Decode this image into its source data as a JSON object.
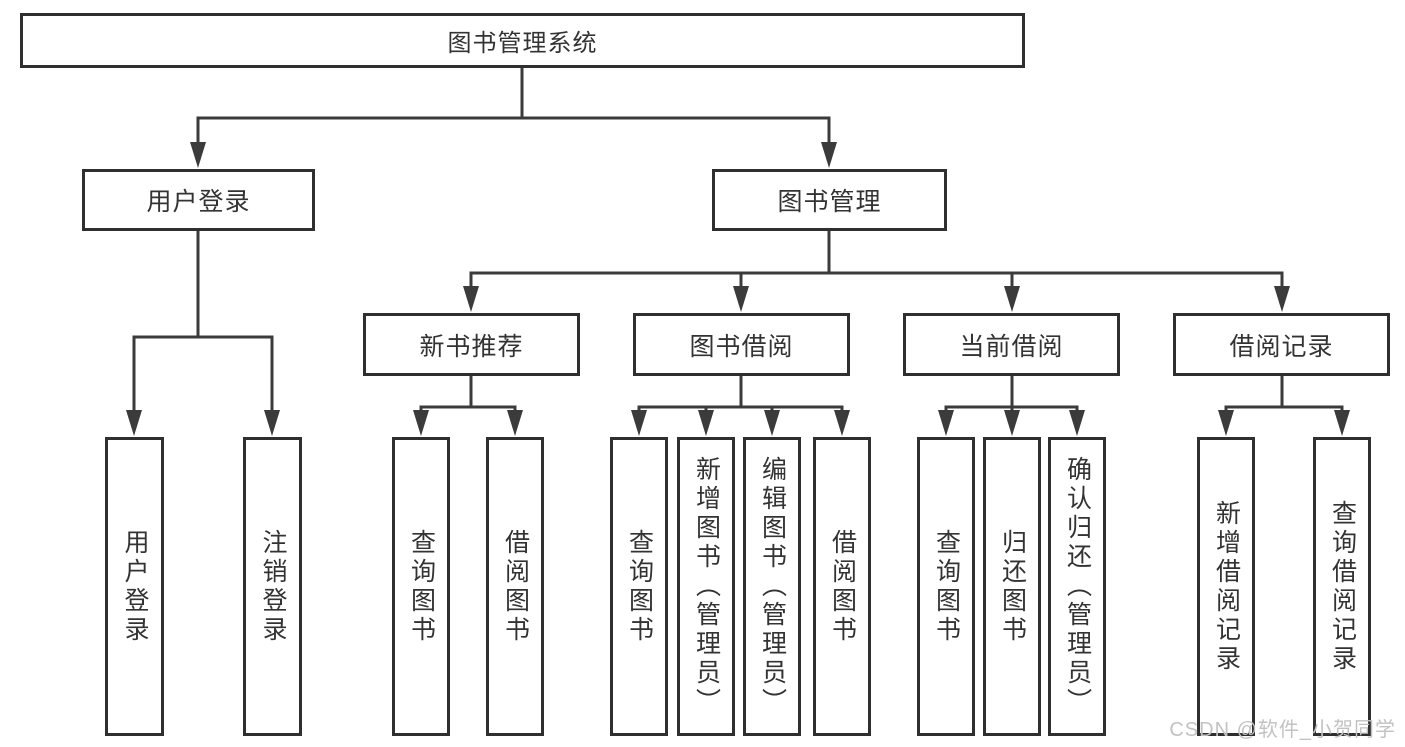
{
  "title": "图书管理系统",
  "watermark": "CSDN @软件_小贺同学",
  "colors": {
    "line": "#3b3b3b",
    "box_border": "#2f2f2f",
    "text": "#333333",
    "watermark": "#c2c2c2",
    "background": "#ffffff"
  },
  "tree": {
    "root": {
      "label": "图书管理系统"
    },
    "branches": [
      {
        "label": "用户登录",
        "children": [
          {
            "label": "用户登录"
          },
          {
            "label": "注销登录"
          }
        ]
      },
      {
        "label": "图书管理",
        "children": [
          {
            "label": "新书推荐",
            "children": [
              {
                "label": "查询图书"
              },
              {
                "label": "借阅图书"
              }
            ]
          },
          {
            "label": "图书借阅",
            "children": [
              {
                "label": "查询图书"
              },
              {
                "label": "新增图书（管理员）"
              },
              {
                "label": "编辑图书（管理员）"
              },
              {
                "label": "借阅图书"
              }
            ]
          },
          {
            "label": "当前借阅",
            "children": [
              {
                "label": "查询图书"
              },
              {
                "label": "归还图书"
              },
              {
                "label": "确认归还（管理员）"
              }
            ]
          },
          {
            "label": "借阅记录",
            "children": [
              {
                "label": "新增借阅记录"
              },
              {
                "label": "查询借阅记录"
              }
            ]
          }
        ]
      }
    ]
  }
}
